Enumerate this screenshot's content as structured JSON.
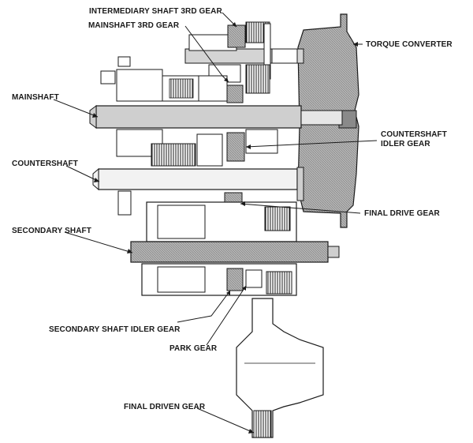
{
  "labels": {
    "intermediary_3rd": "INTERMEDIARY SHAFT 3RD GEAR",
    "mainshaft_3rd": "MAINSHAFT 3RD GEAR",
    "torque_converter": "TORQUE CONVERTER",
    "mainshaft": "MAINSHAFT",
    "countershaft_idler_line1": "COUNTERSHAFT",
    "countershaft_idler_line2": "IDLER GEAR",
    "countershaft": "COUNTERSHAFT",
    "final_drive": "FINAL DRIVE GEAR",
    "secondary_shaft": "SECONDARY SHAFT",
    "secondary_idler": "SECONDARY SHAFT IDLER GEAR",
    "park_gear": "PARK GEAR",
    "final_driven": "FINAL DRIVEN GEAR"
  },
  "colors": {
    "ink": "#1a1a1a",
    "shade": "#9c9c9c",
    "shade_light": "#c8c8c8",
    "paper": "#ffffff"
  }
}
